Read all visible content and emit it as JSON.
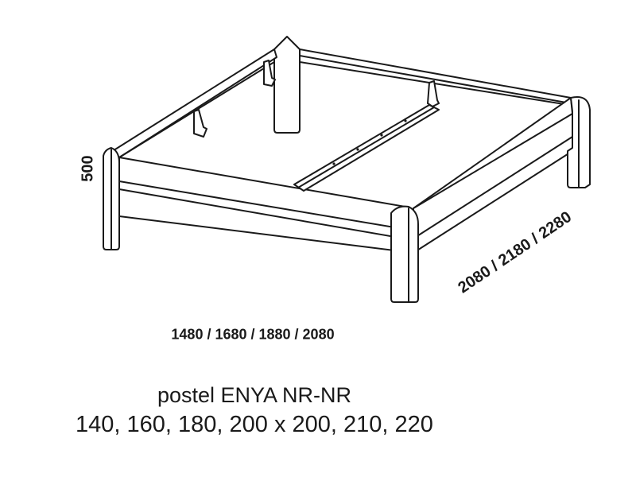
{
  "drawing": {
    "product_name": "postel ENYA NR-NR",
    "sizes": "140, 160, 180, 200 x 200, 210, 220",
    "dimension_height": "500",
    "dimension_width": "1480 / 1680 / 1880 / 2080",
    "dimension_length": "2080 / 2180 / 2280",
    "line_color": "#1a1a1a",
    "fill_color": "#ffffff"
  }
}
